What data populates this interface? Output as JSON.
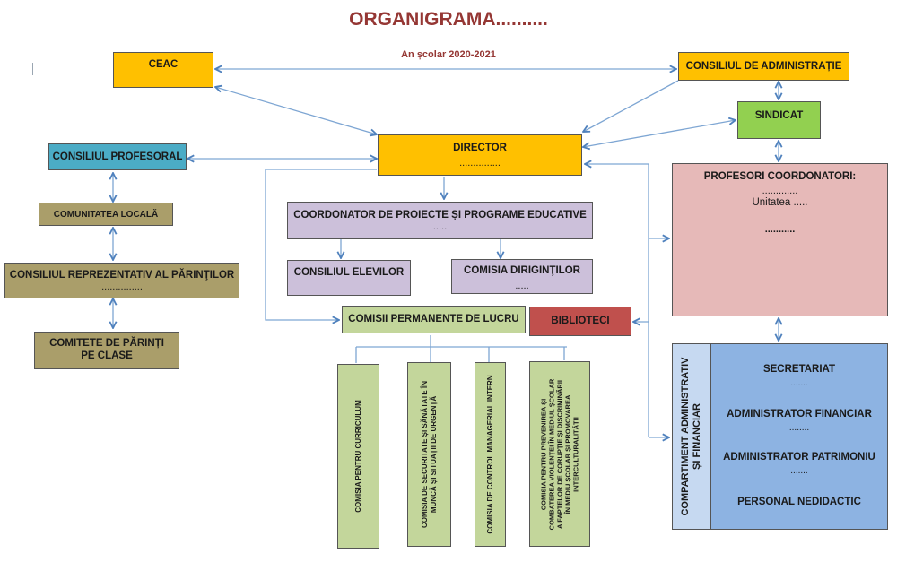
{
  "header": {
    "title": "ORGANIGRAMA..........",
    "subtitle": "An școlar 2020-2021"
  },
  "colors": {
    "title": "#953734",
    "connector": "#4f81bd",
    "ceac": "#ffc000",
    "director": "#ffc000",
    "consiliul_profesoral": "#4bacc6",
    "parents_community": "#aa9e6a",
    "educational": "#ccc0da",
    "sindicat": "#92d050",
    "commissions": "#c3d69b",
    "biblioteci": "#c0504d",
    "profesori_coordonatori": "#e6b9b8",
    "administrative": "#8db3e2"
  },
  "nodes": {
    "ceac": {
      "label": "CEAC"
    },
    "consiliul_administratie": {
      "label": "CONSILIUL DE ADMINISTRAȚIE"
    },
    "sindicat": {
      "label": "SINDICAT"
    },
    "director": {
      "label": "DIRECTOR",
      "detail": "..............."
    },
    "consiliul_profesoral": {
      "label": "CONSILIUL PROFESORAL"
    },
    "comunitatea_locala": {
      "label": "COMUNITATEA LOCALĂ"
    },
    "consiliul_parintilor": {
      "label": "CONSILIUL REPREZENTATIV AL PĂRINŢILOR",
      "detail": "..............."
    },
    "comitete_parinti": {
      "line1": "COMITETE DE PĂRINȚI",
      "line2": "PE CLASE"
    },
    "coordonator_proiecte": {
      "label": "COORDONATOR DE PROIECTE ȘI PROGRAME EDUCATIVE",
      "detail": "....."
    },
    "consiliul_elevilor": {
      "label": "CONSILIUL ELEVILOR"
    },
    "comisia_dirigintilor": {
      "label": "COMISIA DIRIGINŢILOR",
      "detail": "....."
    },
    "comisii_permanente": {
      "label": "COMISII PERMANENTE DE LUCRU"
    },
    "biblioteci": {
      "label": "BIBLIOTECI"
    },
    "profesori_coordonatori": {
      "label": "PROFESORI COORDONATORI:",
      "line1": ".............",
      "line2": "Unitatea .....",
      "line3": "..........."
    },
    "compartiment_administrativ": {
      "line1": "COMPARTIMENT ADMINISTRATIV",
      "line2": "ȘI FINANCIAR",
      "items": [
        {
          "label": "SECRETARIAT",
          "detail": "......."
        },
        {
          "label": "ADMINISTRATOR FINANCIAR",
          "detail": "........"
        },
        {
          "label": "ADMINISTRATOR PATRIMONIU",
          "detail": "......."
        },
        {
          "label": "PERSONAL NEDIDACTIC"
        }
      ]
    }
  },
  "commissions": [
    {
      "lines": [
        "COMISIA PENTRU CURRICULUM"
      ]
    },
    {
      "lines": [
        "COMISIA DE SECURITATE ȘI SĂNĂTATE ÎN",
        "MUNCĂ ȘI SITUAȚII DE URGENȚĂ"
      ]
    },
    {
      "lines": [
        "COMISIA DE CONTROL MANAGERIAL INTERN"
      ]
    },
    {
      "lines": [
        "COMISIA PENTRU PREVENIREA ȘI",
        "COMBATEREA VIOLENȚEI ÎN MEDIUL ȘCOLAR",
        "A FAPTELOR DE CORUPȚIE ȘI DISCRIMINĂRII",
        "ÎN MEDIU ȘCOLAR ȘI PROMOVAREA",
        "INTERCULTURALITĂȚII"
      ]
    }
  ]
}
